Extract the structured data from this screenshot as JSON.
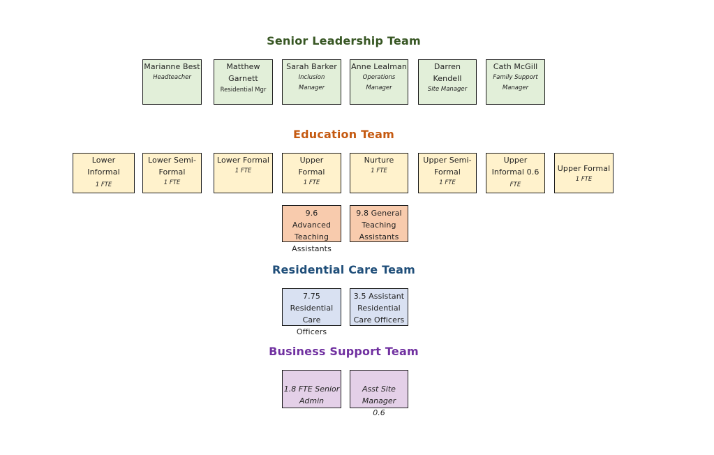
{
  "colors": {
    "slt_heading": "#375623",
    "edu_heading": "#c55a11",
    "care_heading": "#1f4e79",
    "biz_heading": "#7030a0",
    "slt_fill": "#e2efd9",
    "edu_fill": "#fff2cc",
    "ta_fill": "#f8cbad",
    "care_fill": "#d9e1f2",
    "biz_fill": "#e4d0e8"
  },
  "slt": {
    "title": "Senior Leadership Team",
    "members": [
      {
        "name": "Marianne Best",
        "role": "Headteacher"
      },
      {
        "name": "Matthew Garnett",
        "role": "Residential Mgr"
      },
      {
        "name": "Sarah Barker",
        "role": "Inclusion Manager"
      },
      {
        "name": "Anne Lealman",
        "role": "Operations Manager"
      },
      {
        "name": "Darren Kendell",
        "role": "Site Manager"
      },
      {
        "name": "Cath McGill",
        "role": "Family Support Manager"
      }
    ]
  },
  "education": {
    "title": "Education Team",
    "classes": [
      {
        "name": "Lower Informal",
        "fte": "1 FTE"
      },
      {
        "name": "Lower Semi-Formal",
        "fte": "1 FTE"
      },
      {
        "name": "Lower Formal",
        "fte": "1 FTE"
      },
      {
        "name": "Upper Formal",
        "fte": "1 FTE"
      },
      {
        "name": "Nurture",
        "fte": "1 FTE"
      },
      {
        "name": "Upper Semi-Formal",
        "fte": "1 FTE"
      },
      {
        "name": "Upper Informal 0.6",
        "fte": "FTE"
      },
      {
        "name": "Upper Formal",
        "fte": "1 FTE"
      }
    ],
    "assistants": [
      {
        "label": "9.6 Advanced Teaching Assistants"
      },
      {
        "label": "9.8 General Teaching Assistants"
      }
    ]
  },
  "care": {
    "title": "Residential Care Team",
    "units": [
      {
        "label": "7.75 Residential Care Officers"
      },
      {
        "label": "3.5 Assistant Residential Care Officers"
      }
    ]
  },
  "business": {
    "title": "Business Support Team",
    "units": [
      {
        "label": "1.8 FTE Senior Admin"
      },
      {
        "label": "Asst Site Manager 0.6"
      }
    ]
  }
}
